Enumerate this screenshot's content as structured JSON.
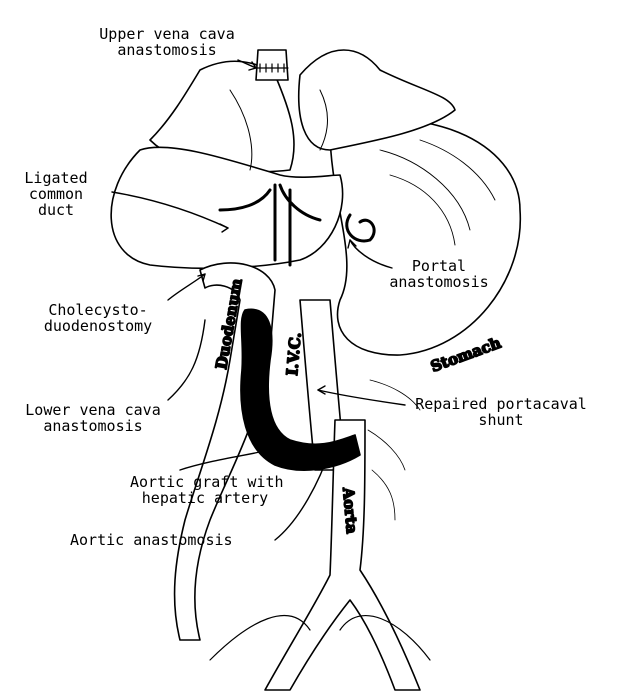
{
  "labels": {
    "upper_vena_cava": [
      "Upper vena cava",
      "anastomosis"
    ],
    "ligated_common_duct": [
      "Ligated",
      "common",
      "duct"
    ],
    "cholecysto": [
      "Cholecysto-",
      "duodenostomy"
    ],
    "lower_vena_cava": [
      "Lower vena cava",
      "anastomosis"
    ],
    "aortic_graft": [
      "Aortic graft with",
      "hepatic artery"
    ],
    "aortic_anastomosis": "Aortic anastomosis",
    "portal": [
      "Portal",
      "anastomosis"
    ],
    "repaired_shunt": [
      "Repaired portacaval",
      "shunt"
    ]
  },
  "organs": {
    "duodenum": "Duodenum",
    "stomach": "Stomach",
    "ivc": "I.V.C.",
    "aorta": "Aorta"
  },
  "colors": {
    "ink": "#000000",
    "paper": "#ffffff"
  }
}
